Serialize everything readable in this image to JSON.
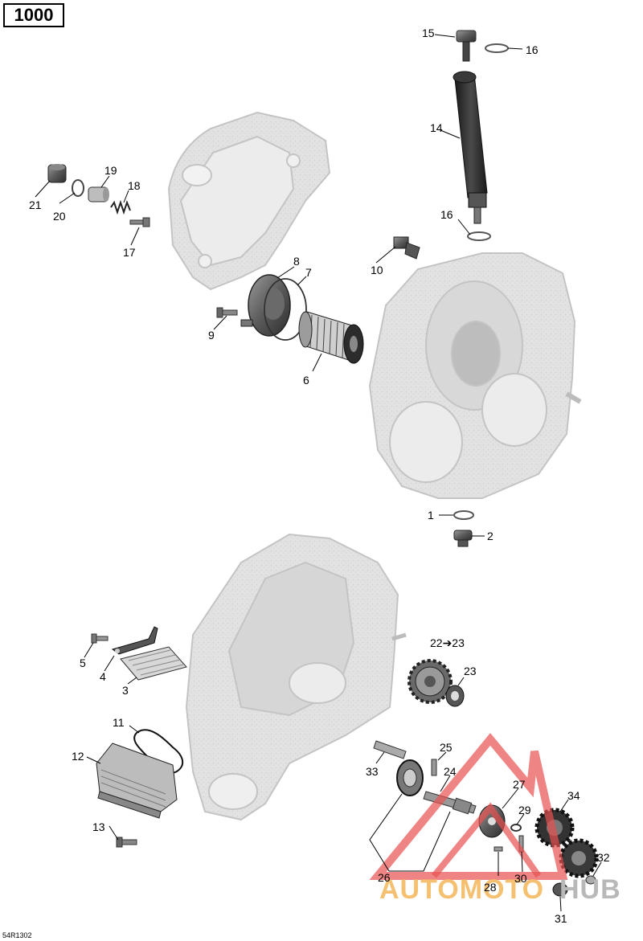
{
  "header": {
    "model": "1000"
  },
  "footer": {
    "ref_code": "54R1302"
  },
  "watermark": {
    "brand_left": "AUTOMOTO",
    "brand_right": "HUB",
    "colors": {
      "left": "#f5c070",
      "right": "#b8b8b8",
      "triangle": "#e85050"
    }
  },
  "callouts": [
    {
      "id": "1",
      "label": "1"
    },
    {
      "id": "2",
      "label": "2"
    },
    {
      "id": "3",
      "label": "3"
    },
    {
      "id": "4",
      "label": "4"
    },
    {
      "id": "5",
      "label": "5"
    },
    {
      "id": "6",
      "label": "6"
    },
    {
      "id": "7",
      "label": "7"
    },
    {
      "id": "8",
      "label": "8"
    },
    {
      "id": "9",
      "label": "9"
    },
    {
      "id": "10",
      "label": "10"
    },
    {
      "id": "11",
      "label": "11"
    },
    {
      "id": "12",
      "label": "12"
    },
    {
      "id": "13",
      "label": "13"
    },
    {
      "id": "14",
      "label": "14"
    },
    {
      "id": "15",
      "label": "15"
    },
    {
      "id": "16a",
      "label": "16"
    },
    {
      "id": "16b",
      "label": "16"
    },
    {
      "id": "17",
      "label": "17"
    },
    {
      "id": "18",
      "label": "18"
    },
    {
      "id": "19",
      "label": "19"
    },
    {
      "id": "20",
      "label": "20"
    },
    {
      "id": "21",
      "label": "21"
    },
    {
      "id": "22",
      "label": "22➔23"
    },
    {
      "id": "23",
      "label": "23"
    },
    {
      "id": "24",
      "label": "24"
    },
    {
      "id": "25",
      "label": "25"
    },
    {
      "id": "26",
      "label": "26"
    },
    {
      "id": "27",
      "label": "27"
    },
    {
      "id": "28",
      "label": "28"
    },
    {
      "id": "29",
      "label": "29"
    },
    {
      "id": "30",
      "label": "30"
    },
    {
      "id": "31",
      "label": "31"
    },
    {
      "id": "32",
      "label": "32"
    },
    {
      "id": "33",
      "label": "33"
    },
    {
      "id": "34",
      "label": "34"
    }
  ]
}
